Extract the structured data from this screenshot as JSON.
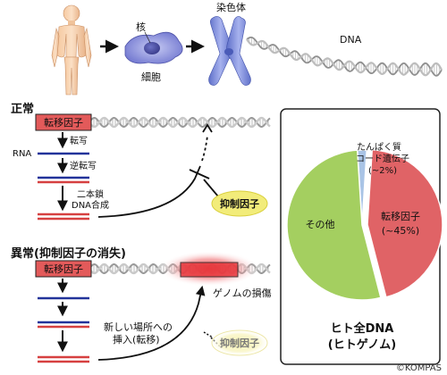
{
  "top": {
    "nucleus_label": "核",
    "cell_label": "細胞",
    "chromosome_label": "染色体",
    "dna_label": "DNA"
  },
  "normal": {
    "section_title": "正常",
    "transposon_label": "転移因子",
    "rna_label": "RNA",
    "transcription_label": "転写",
    "reverse_transcription_label": "逆転写",
    "double_strand_label_1": "二本鎖",
    "double_strand_label_2": "DNA合成",
    "suppressor_label": "抑制因子"
  },
  "abnormal": {
    "section_title": "異常(抑制因子の消失)",
    "transposon_label": "転移因子",
    "insertion_label_1": "新しい場所への",
    "insertion_label_2": "挿入(転移)",
    "damage_label": "ゲノムの損傷",
    "suppressor_label": "抑制因子"
  },
  "pie_panel": {
    "title_line1": "ヒト全DNA",
    "title_line2": "(ヒトゲノム)",
    "slice_protein_line1": "たんぱく質",
    "slice_protein_line2": "コード遺伝子",
    "slice_protein_value": "(~2%)",
    "slice_transposon_line1": "転移因子",
    "slice_transposon_value": "(~45%)",
    "slice_other_label": "その他"
  },
  "chart_data": {
    "type": "pie",
    "labels": [
      "たんぱく質コード遺伝子",
      "転移因子",
      "その他"
    ],
    "values": [
      2,
      45,
      53
    ],
    "colors": [
      "#a9c4e6",
      "#e06366",
      "#a4cf60"
    ]
  },
  "colors": {
    "transposon_fill": "#e35a5a",
    "strand_blue": "#22339a",
    "strand_red": "#d64040",
    "suppressor_fill": "#f2ec7a",
    "damage_glow": "#e8383d",
    "chromosome": "#7f8fd9",
    "cell": "#7b80d6"
  },
  "copyright": "©KOMPAS"
}
